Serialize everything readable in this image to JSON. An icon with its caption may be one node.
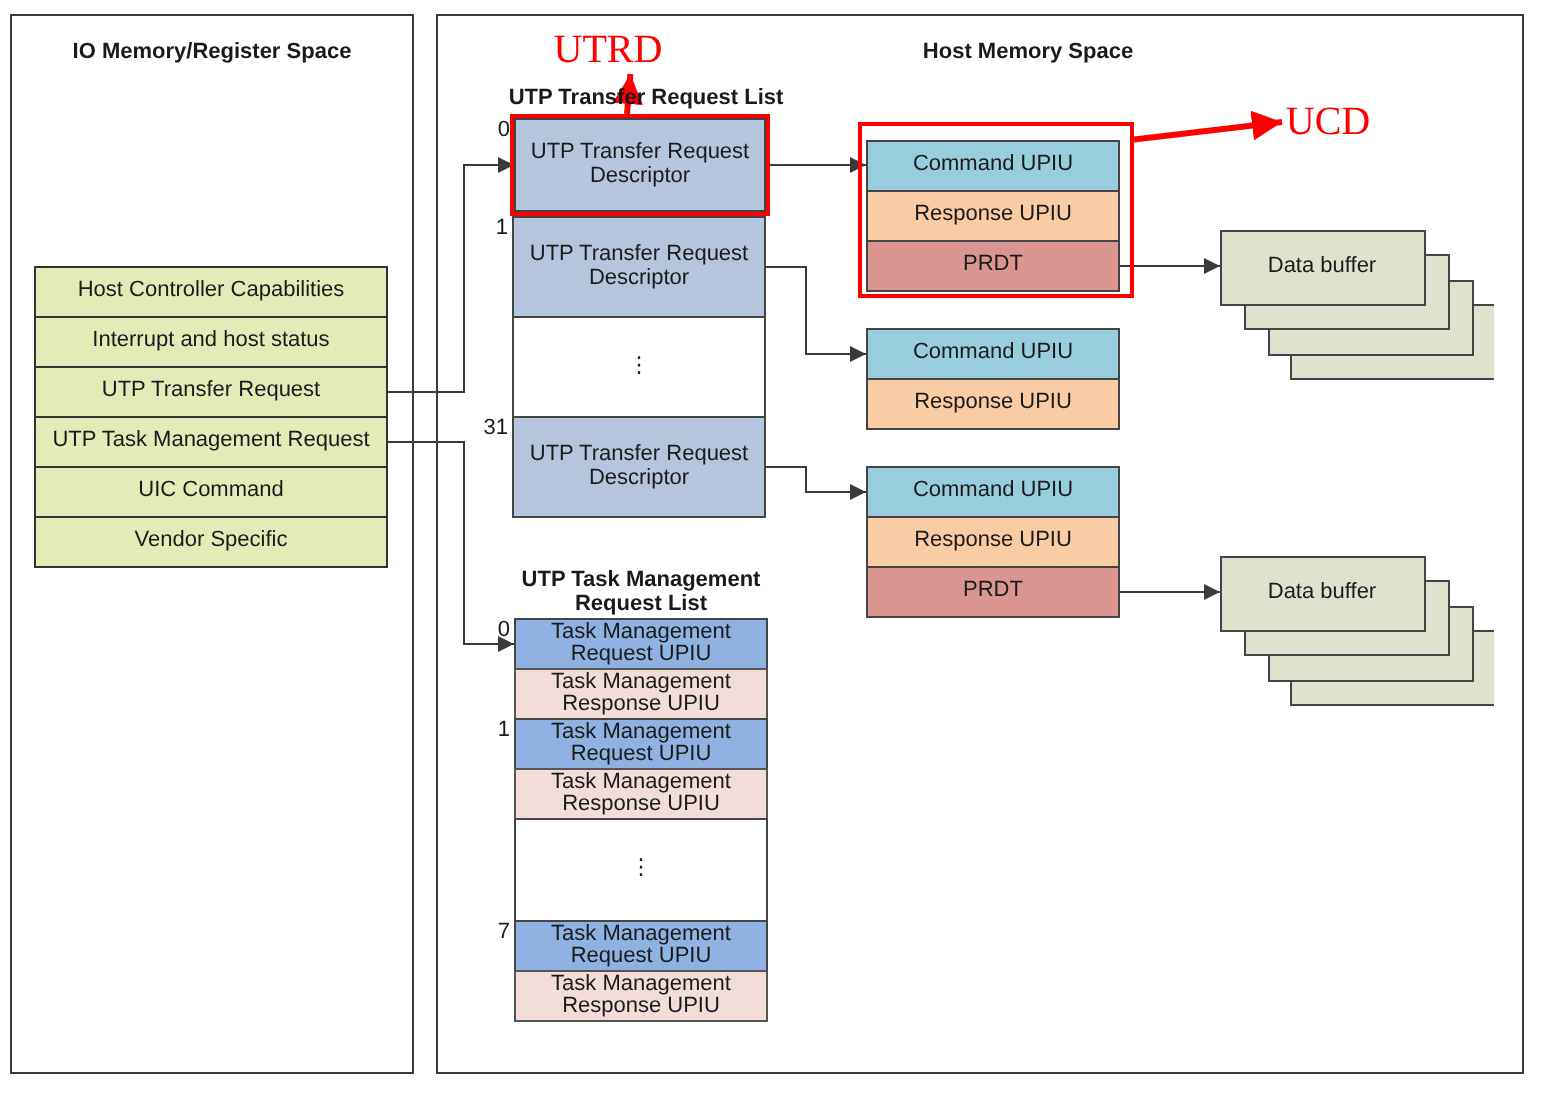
{
  "diagram": {
    "nodes": [
      {
        "text": [
          "IO Memory/Register Space"
        ]
      },
      {
        "text": [
          "Host Controller Capabilities"
        ],
        "in": 0
      },
      {
        "text": [
          "Interrupt and host status"
        ],
        "in": 0
      },
      {
        "text": [
          "UTP Transfer Request"
        ],
        "in": 0
      },
      {
        "text": [
          "UTP Task Management Request"
        ],
        "in": 0
      },
      {
        "text": [
          "UIC Command"
        ],
        "in": 0
      },
      {
        "text": [
          "Vendor Specific"
        ],
        "in": 0
      },
      {
        "text": [
          "Host Memory Space"
        ]
      },
      {
        "text": [
          "UTP Transfer Request List"
        ],
        "in": 7
      },
      {
        "text": [],
        "shape": "box",
        "in": 8
      },
      {
        "text": [
          "UTP Transfer Request Descriptor"
        ],
        "beside": [
          "0"
        ],
        "in": 9
      },
      {
        "text": [
          "UTP Transfer Request Descriptor"
        ],
        "beside": [
          "1"
        ],
        "in": 8
      },
      {
        "text": [
          "⋮"
        ],
        "in": 8
      },
      {
        "text": [
          "UTP Transfer Request Descriptor"
        ],
        "beside": [
          "31"
        ],
        "in": 8
      },
      {
        "text": [],
        "shape": "box",
        "in": 7
      },
      {
        "text": [
          "Command UPIU"
        ],
        "in": 14
      },
      {
        "text": [
          "Response UPIU"
        ],
        "in": 14
      },
      {
        "text": [
          "PRDT"
        ],
        "in": 14
      },
      {
        "text": [
          "Command UPIU"
        ],
        "in": 7
      },
      {
        "text": [
          "Response UPIU"
        ],
        "in": 7
      },
      {
        "text": [
          "Command UPIU"
        ],
        "in": 7
      },
      {
        "text": [
          "Response UPIU"
        ],
        "in": 7
      },
      {
        "text": [
          "PRDT"
        ],
        "in": 7
      },
      {
        "text": [
          "Data buffer"
        ],
        "in": 7
      },
      {
        "text": [
          "Data buffer"
        ],
        "in": 7
      },
      {
        "text": [
          "UTP Task Management Request List"
        ],
        "in": 7
      },
      {
        "text": [
          "Task Management Request UPIU"
        ],
        "beside": [
          "0"
        ],
        "in": 25
      },
      {
        "text": [
          "Task Management Response UPIU"
        ],
        "in": 25
      },
      {
        "text": [
          "Task Management Request UPIU"
        ],
        "beside": [
          "1"
        ],
        "in": 25
      },
      {
        "text": [
          "Task Management Response UPIU"
        ],
        "in": 25
      },
      {
        "text": [
          "⋮"
        ],
        "in": 25
      },
      {
        "text": [
          "Task Management Request UPIU"
        ],
        "beside": [
          "7"
        ],
        "in": 25
      },
      {
        "text": [
          "Task Management Response UPIU"
        ],
        "in": 25
      },
      {
        "text": [
          "UTRD"
        ],
        "in": 7
      },
      {
        "text": [
          "UCD"
        ],
        "in": 7
      }
    ],
    "edges": [
      {
        "from": 3,
        "to": 10,
        "arrow": "to"
      },
      {
        "from": 4,
        "to": 26,
        "arrow": "to"
      },
      {
        "from": 10,
        "to": 15,
        "arrow": "to"
      },
      {
        "from": 11,
        "to": 18,
        "arrow": "to"
      },
      {
        "from": 13,
        "to": 20,
        "arrow": "to"
      },
      {
        "from": 17,
        "to": 23,
        "arrow": "to"
      },
      {
        "from": 22,
        "to": 24,
        "arrow": "to"
      },
      {
        "from": 9,
        "to": 33,
        "arrow": "to",
        "style": "thick",
        "color": "#ff0000"
      },
      {
        "from": 14,
        "to": 34,
        "arrow": "to",
        "style": "thick",
        "color": "#ff0000"
      }
    ]
  }
}
